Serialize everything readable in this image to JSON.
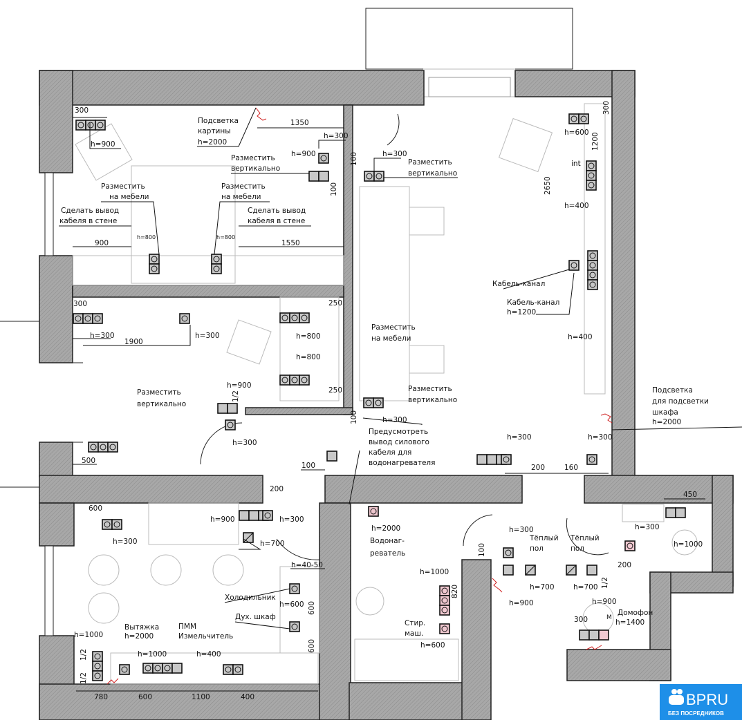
{
  "colors": {
    "wall": "#a8a8a8",
    "socket": "#c8c8c8",
    "socket_wet": "#f0c8d0",
    "heat_lines": "#d02020",
    "logo": "#1e8fe8"
  },
  "bedroom1": [
    "300",
    "h=900",
    "Подсветка",
    "картины",
    "h=2000",
    "1350",
    "h=300",
    "h=900",
    "Разместить",
    "вертикально",
    "100",
    "100",
    "Разместить",
    "на мебели",
    "Разместить",
    "на мебели",
    "Сделать вывод",
    "кабеля в стене",
    "Сделать вывод",
    "кабеля в стене",
    "h=800",
    "h=800",
    "900",
    "1550"
  ],
  "living": [
    "h=300",
    "Разместить",
    "вертикально",
    "h=600",
    "300",
    "1200",
    "int",
    "2650",
    "h=400",
    "Кабель-канал",
    "Кабель-канал",
    "h=1200",
    "h=400",
    "Разместить",
    "на мебели",
    "Разместить",
    "вертикально",
    "h=300",
    "100",
    "Предусмотреть",
    "вывод силового",
    "кабеля для",
    "водонагревателя",
    "Подсветка",
    "для подсветки",
    "шкафа",
    "h=2000",
    "h=300",
    "h=300",
    "200",
    "160"
  ],
  "bedroom2": [
    "300",
    "h=300",
    "1900",
    "h=300",
    "250",
    "h=800",
    "h=800",
    "250",
    "Разместить",
    "вертикально",
    "h=900",
    "1/2",
    "h=300",
    "500",
    "100"
  ],
  "kitchen": [
    "200",
    "600",
    "h=900",
    "h=300",
    "h=300",
    "h=700",
    "h=40-50",
    "Холодильник",
    "h=600",
    "Дух. шкаф",
    "600",
    "600",
    "Вытяжка",
    "h=2000",
    "ПММ",
    "Измельчитель",
    "h=1000",
    "1/2",
    "1/2",
    "h=1000",
    "h=400",
    "780",
    "600",
    "1100",
    "400"
  ],
  "bathroom": [
    "h=2000",
    "Водонаг-",
    "реватель",
    "h=1000",
    "820",
    "Стир.",
    "маш.",
    "h=600",
    "100"
  ],
  "hall": [
    "h=300",
    "Тёплый",
    "пол",
    "Тёплый",
    "пол",
    "h=700",
    "h=700",
    "1/2",
    "h=900",
    "h=900",
    "Домофон",
    "h=1400",
    "300",
    "М"
  ],
  "toilet": [
    "450",
    "h=300",
    "h=1000",
    "200"
  ],
  "logo": {
    "name": "BPRU",
    "tagline": "БЕЗ ПОСРЕДНИКОВ"
  }
}
